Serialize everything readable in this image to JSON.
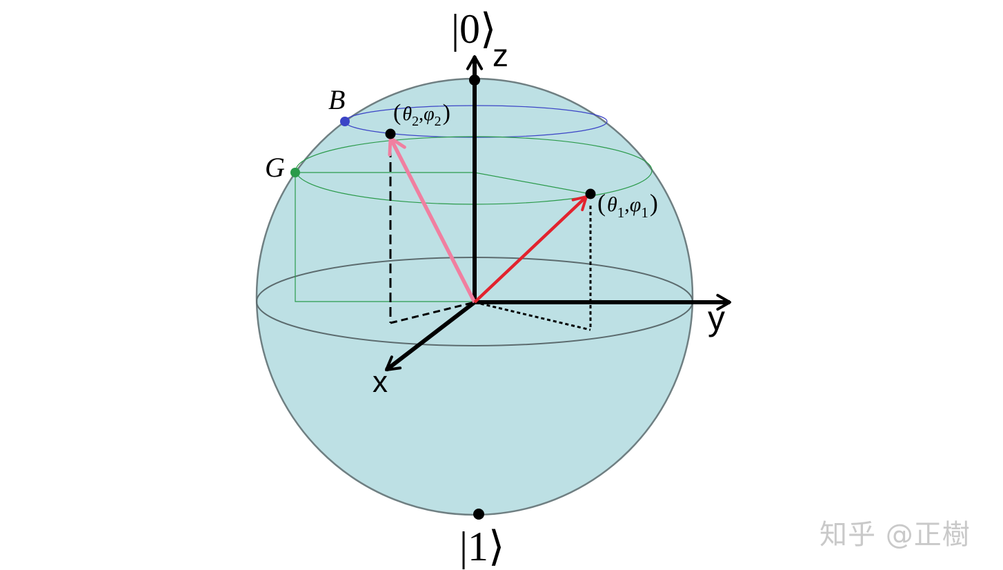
{
  "labels": {
    "ket0": "|0⟩",
    "ket1": "|1⟩",
    "axis_z": "z",
    "axis_y": "y",
    "axis_x": "x",
    "point_B": "B",
    "point_G": "G",
    "state2": {
      "open": "(",
      "theta": "θ",
      "sub_theta": "2",
      "comma": ",",
      "phi": "φ",
      "sub_phi": "2",
      "close": ")"
    },
    "state1": {
      "open": "(",
      "theta": "θ",
      "sub_theta": "1",
      "comma": ",",
      "phi": "φ",
      "sub_phi": "1",
      "close": ")"
    }
  },
  "watermark": "知乎 @正樹",
  "colors": {
    "sphere_fill": "#bde0e4",
    "sphere_stroke": "#6f7f82",
    "axis": "#000000",
    "vector_state1": "#e2232e",
    "vector_state2": "#f07fa0",
    "circle_B": "#3b44c6",
    "circle_G": "#2a9a4a",
    "watermark": "#c9c9c9"
  }
}
